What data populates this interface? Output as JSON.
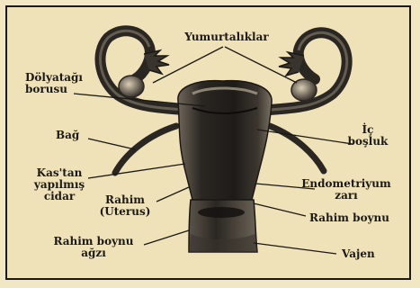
{
  "labels": {
    "ovaries": "Yumurtalıklar",
    "fallopian_line1": "Dölyatağı",
    "fallopian_line2": "borusu",
    "ligament": "Bağ",
    "inner_line1": "İç",
    "inner_line2": "boşluk",
    "muscle_line1": "Kas'tan",
    "muscle_line2": "yapılmış",
    "muscle_line3": "cidar",
    "uterus_line1": "Rahim",
    "uterus_line2": "(Uterus)",
    "endometrium_line1": "Endometriyum",
    "endometrium_line2": "zarı",
    "cervix": "Rahim boynu",
    "os_line1": "Rahim boynu",
    "os_line2": "ağzı",
    "vagina": "Vajen"
  },
  "colors": {
    "paper": "#efe2b8",
    "ink": "#1b1915",
    "organ_dark": "#2a2622",
    "organ_mid": "#4a443c",
    "organ_light": "#8a8070"
  }
}
